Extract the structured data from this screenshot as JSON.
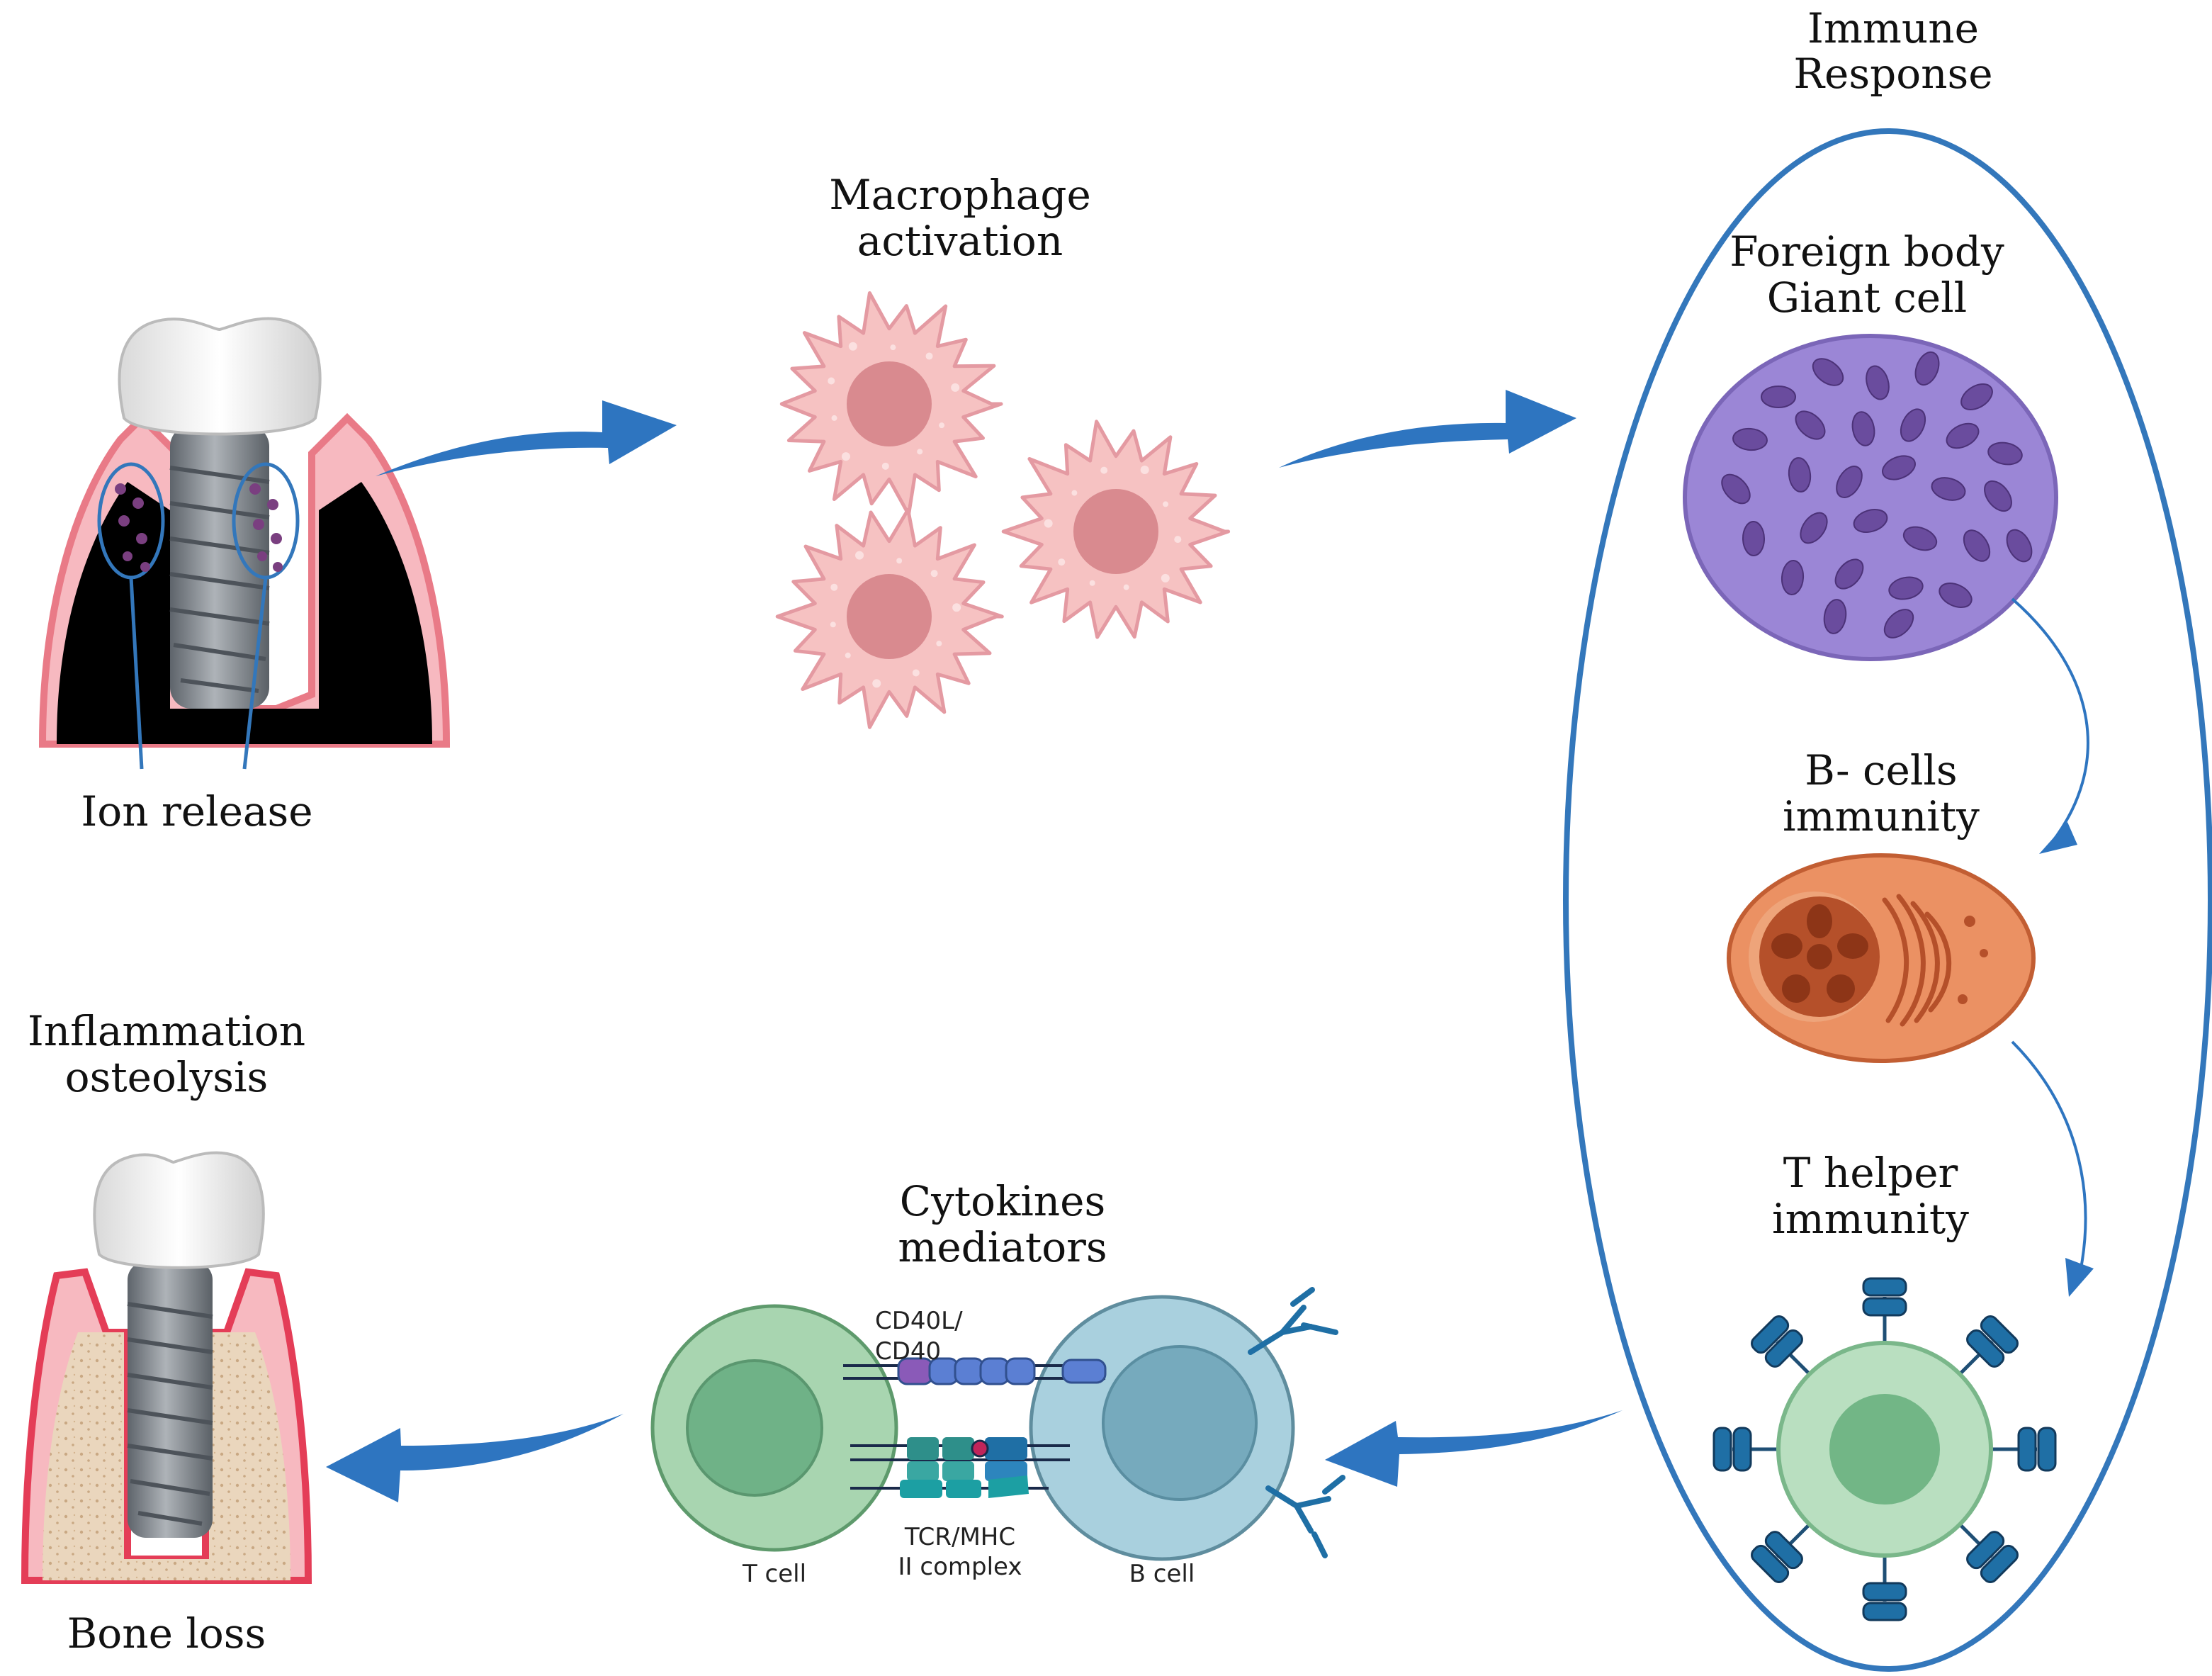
{
  "labels": {
    "ion_release": "Ion release",
    "macrophage_line1": "Macrophage",
    "macrophage_line2": "activation",
    "immune_line1": "Immune",
    "immune_line2": "Response",
    "foreign_line1": "Foreign body",
    "foreign_line2": "Giant cell",
    "bcells_line1": "B- cells",
    "bcells_line2": "immunity",
    "thelper_line1": "T helper",
    "thelper_line2": "immunity",
    "cytokines_line1": "Cytokines",
    "cytokines_line2": "mediators",
    "inflammation_line1": "Inflammation",
    "inflammation_line2": "osteolysis",
    "bone_loss": "Bone loss",
    "cd40_line1": "CD40L/",
    "cd40_line2": "CD40",
    "tcr_line1": "TCR/MHC",
    "tcr_line2": "II complex",
    "t_cell": "T cell",
    "b_cell": "B cell"
  },
  "colors": {
    "arrow": "#2e75c0",
    "outline": "#3377bb",
    "macrophage": "#f6c2c2",
    "macrophage_nucleus": "#d98a8f",
    "giant_cell": "#9b86d6",
    "giant_nucleus": "#6a4c9e",
    "plasma_cell": "#e98c5e",
    "plasma_nucleus": "#b54a24",
    "t_cell": "#a8d5b0",
    "t_nucleus": "#6fb287",
    "b_cell": "#a9d0de",
    "b_nucleus": "#78aec0",
    "receptor": "#1f6fa5",
    "gum": "#e97a87",
    "bone": "#e9d3b8",
    "implant": "#8a8f96",
    "crown": "#eeeeee"
  }
}
